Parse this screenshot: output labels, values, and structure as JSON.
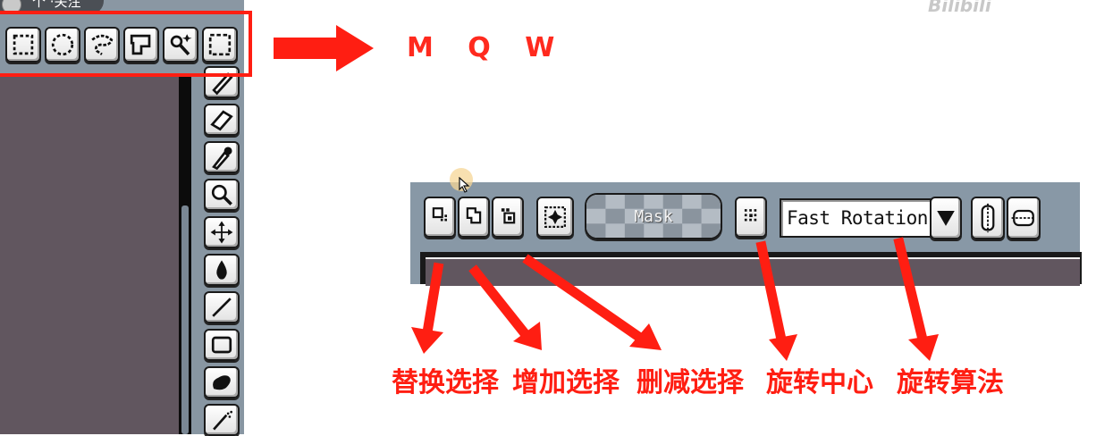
{
  "app": {
    "user_label": "个 ·关注",
    "watermark": "Bilibili"
  },
  "selection_tools": {
    "label": "M Q W",
    "buttons": [
      {
        "name": "rect-select"
      },
      {
        "name": "ellipse-select"
      },
      {
        "name": "lasso-select"
      },
      {
        "name": "polygon-select"
      },
      {
        "name": "magic-wand-select"
      },
      {
        "name": "select-all"
      }
    ]
  },
  "tool_column": {
    "tools": [
      "pencil-icon",
      "eraser-icon",
      "eyedropper-icon",
      "zoom-icon",
      "move-icon",
      "fill-icon",
      "line-icon",
      "rectangle-icon",
      "blob-icon",
      "airbrush-icon"
    ]
  },
  "option_bar": {
    "mask_label": "Mask",
    "rotation_value": "Fast Rotation"
  },
  "annotations": {
    "replace_selection": "替换选择",
    "add_selection": "增加选择",
    "subtract_selection": "删减选择",
    "rotation_center": "旋转中心",
    "rotation_algorithm": "旋转算法"
  },
  "colors": {
    "accent_red": "#ff1e12",
    "panel_gray": "#8896a2",
    "canvas_purple": "#61565f"
  }
}
